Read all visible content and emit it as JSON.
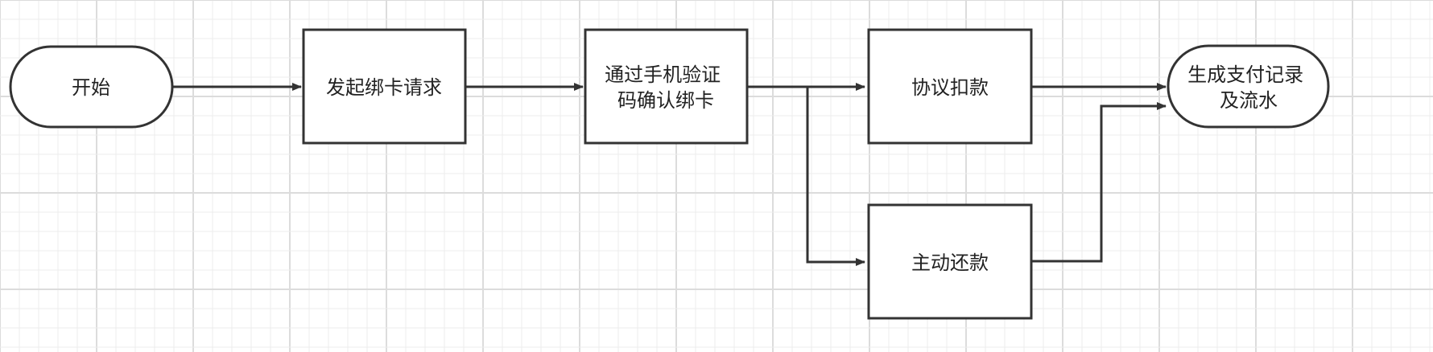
{
  "colors": {
    "background": "#ffffff",
    "grid_minor": "#ececec",
    "grid_major": "#dcdcdc",
    "stroke": "#333333",
    "node_fill": "#ffffff",
    "text": "#222222"
  },
  "nodes": {
    "start": {
      "lines": [
        "开始"
      ]
    },
    "bind_request": {
      "lines": [
        "发起绑卡请求"
      ]
    },
    "sms_verify": {
      "lines": [
        "通过手机验证",
        "码确认绑卡"
      ]
    },
    "agreement_debit": {
      "lines": [
        "协议扣款"
      ]
    },
    "active_repay": {
      "lines": [
        "主动还款"
      ]
    },
    "end": {
      "lines": [
        "生成支付记录",
        "及流水"
      ]
    }
  }
}
